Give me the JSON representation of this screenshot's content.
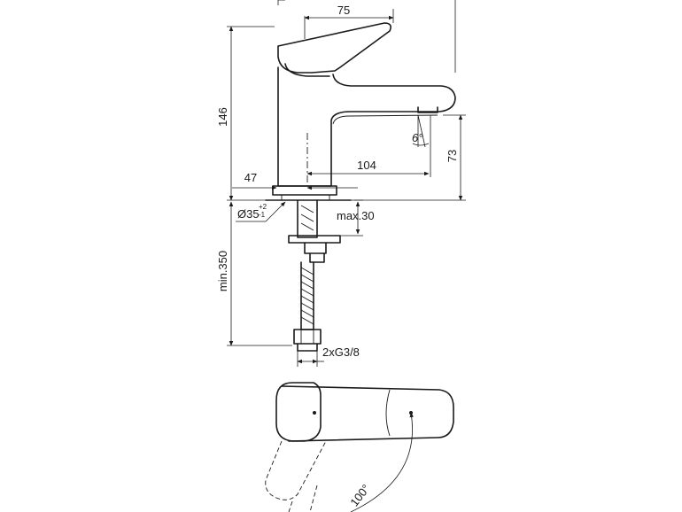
{
  "dimensions": {
    "top_width": "75",
    "height_total": "146",
    "spout_angle": "6°",
    "spout_height": "73",
    "left_offset": "47",
    "spout_reach": "104",
    "hole_diameter": "Ø35",
    "hole_tol_plus": "+2",
    "hole_tol_minus": "-1",
    "max_deck": "max.30",
    "min_hose": "min.350",
    "connection": "2xG3/8",
    "rotation_angle": "100°"
  }
}
